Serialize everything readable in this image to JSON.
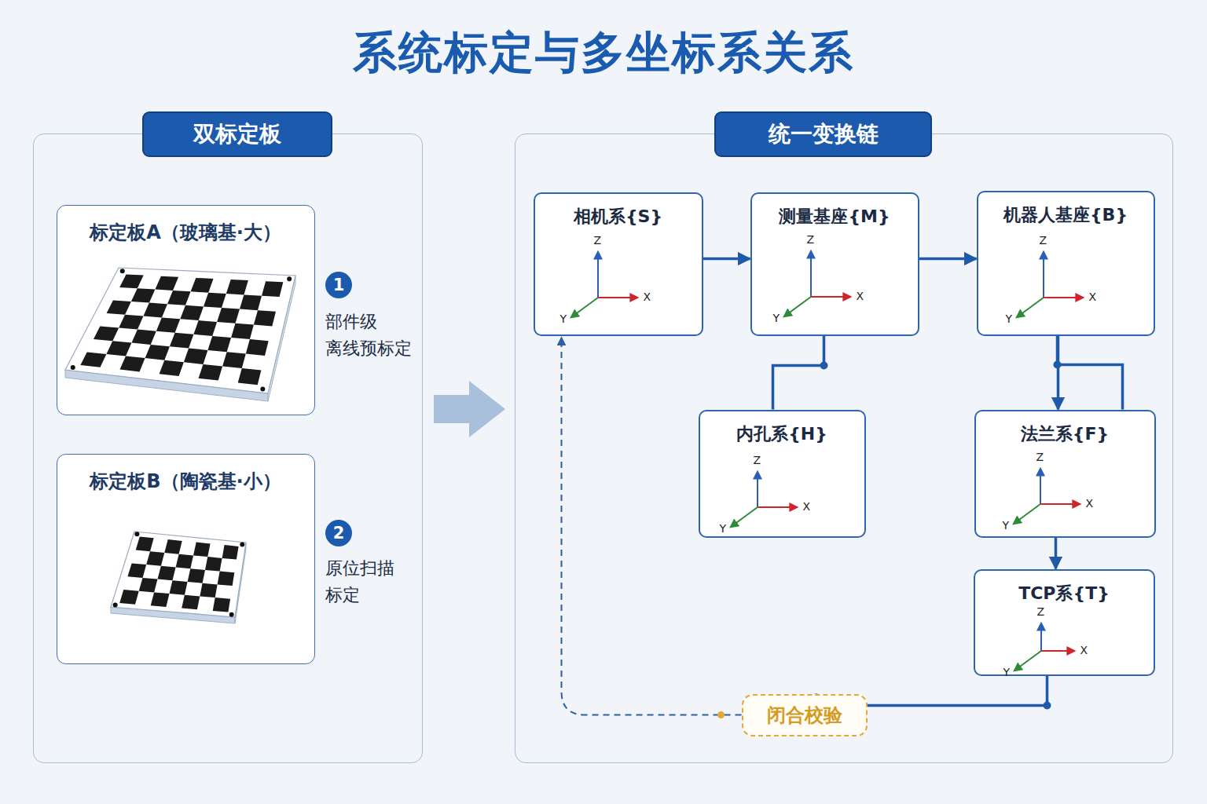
{
  "diagram": {
    "title": "系统标定与多坐标系关系",
    "nodes": [
      {
        "text": [
          "双标定板"
        ]
      },
      {
        "text": [
          "标定板A（玻璃基·大）"
        ],
        "in": 0
      },
      {
        "text": [
          "标定板B（陶瓷基·小）"
        ],
        "in": 0
      },
      {
        "text": [
          "统一变换链"
        ]
      },
      {
        "text": [
          "相机系{S}",
          "Z",
          "X",
          "Y"
        ],
        "in": 3
      },
      {
        "text": [
          "测量基座{M}",
          "Z",
          "X",
          "Y"
        ],
        "in": 3
      },
      {
        "text": [
          "机器人基座{B}",
          "Z",
          "X",
          "Y"
        ],
        "in": 3
      },
      {
        "text": [
          "内孔系{H}",
          "Z",
          "X",
          "Y"
        ],
        "in": 3
      },
      {
        "text": [
          "法兰系{F}",
          "Z",
          "X",
          "Y"
        ],
        "in": 3
      },
      {
        "text": [
          "TCP系{T}",
          "Z",
          "X",
          "Y"
        ],
        "in": 3
      },
      {
        "text": [
          "闭合校验"
        ],
        "in": 3
      }
    ],
    "edges": [
      {
        "from": 0,
        "to": 3,
        "arrow": "to"
      },
      {
        "from": 4,
        "to": 5,
        "arrow": "to"
      },
      {
        "from": 5,
        "to": 6,
        "arrow": "to"
      },
      {
        "from": 5,
        "to": 7,
        "arrow": "none"
      },
      {
        "from": 6,
        "to": 8,
        "arrow": "to"
      },
      {
        "from": 6,
        "to": 8,
        "arrow": "none"
      },
      {
        "from": 8,
        "to": 9,
        "arrow": "to"
      },
      {
        "from": 9,
        "to": 10,
        "arrow": "none"
      },
      {
        "from": 10,
        "to": 4,
        "arrow": "to"
      }
    ],
    "labels": [
      "1",
      "部件级 离线预标定",
      "2",
      "原位扫描 标定"
    ]
  }
}
